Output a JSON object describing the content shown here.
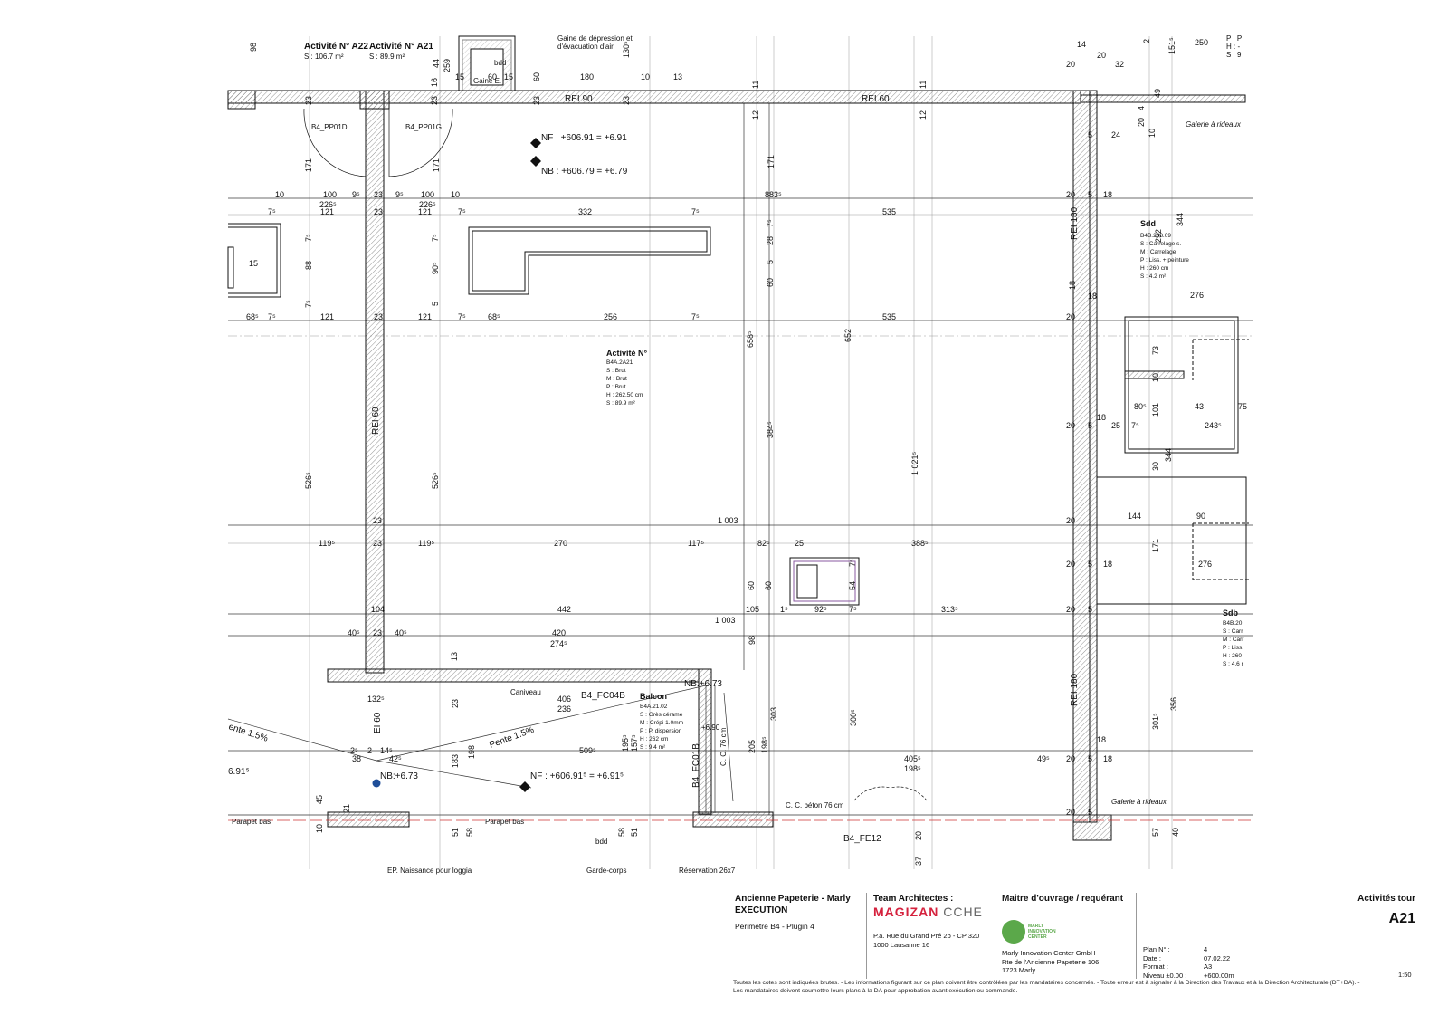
{
  "header": {
    "activite_a22": "Activité N° A22",
    "surface_a22": "S : 106.7 m²",
    "activite_a21": "Activité N° A21",
    "surface_a21": "S : 89.9 m²",
    "gaine_line1": "Gaine de dépression et",
    "gaine_line2": "d'évacuation d'air",
    "gaine_e": "Gaine E.",
    "bdd": "bdd",
    "right_clip1": "P : P",
    "right_clip2": "H : -",
    "right_clip3": "S : 9"
  },
  "labels": {
    "rei90": "REI 90",
    "rei60_top": "REI 60",
    "rei60_left": "REI 60",
    "rei180_top": "REI 180",
    "rei180_bottom": "REI 180",
    "ei60": "EI 60",
    "door_left": "B4_PP01D",
    "door_right": "B4_PP01G",
    "nf_top": "NF : +606.91 = +6.91",
    "nb_top": "NB : +606.79 = +6.79",
    "nf_bottom": "NF : +606.91⁵ = +6.91⁵",
    "nb_bottom": "NB:+6.73",
    "nb_balcon": "NB:+6.73",
    "pente1": "Pente 1.5%",
    "pente2": "ente 1.5%",
    "caniveau": "Caniveau",
    "parapet1": "Parapet bas",
    "parapet2": "Parapet bas",
    "fc04b": "B4_FC04B",
    "fc01b": "B4_FC01B",
    "fe12": "B4_FE12",
    "cc_beton": "C. C. béton 76 cm",
    "cc_beton_v": "C. C. 76 cm",
    "galerie1": "Galerie à rideaux",
    "galerie2": "Galerie à rideaux",
    "garde_corps": "Garde-corps",
    "ep_naissance": "EP. Naissance pour loggia",
    "reservation": "Réservation 26x7",
    "bdd_bottom": "bdd",
    "left_clip": "6.91⁵",
    "plus_690": "+6.90"
  },
  "rooms": {
    "activite": {
      "title": "Activité N°",
      "code": "B4A.2A21",
      "s": "S : Brut",
      "m": "M : Brut",
      "p": "P : Brut",
      "h": "H : 262.50 cm",
      "surf": "S : 89.9 m²"
    },
    "balcon": {
      "title": "Balcon",
      "code": "B4A.21.02",
      "s": "S : Grès cérame",
      "m": "M : Crépi 1.0mm",
      "p": "P : P. dispersion",
      "h": "H : 262 cm",
      "surf": "S : 9.4 m²"
    },
    "sdd": {
      "title": "Sdd",
      "code": "B4B.208.09",
      "s": "S : Carrelage s.",
      "m": "M : Carrelage",
      "p": "P : Liss. + peinture",
      "h": "H : 260 cm",
      "surf": "S : 4.2 m²"
    },
    "sdb": {
      "title": "Sdb",
      "code": "B4B.20",
      "s": "S : Carr",
      "m": "M : Carr",
      "p": "P : Liss.",
      "h": "H : 260",
      "surf": "S : 4.6 r"
    }
  },
  "dims": {
    "d98": "98",
    "d23a": "23",
    "d171a": "171",
    "d171b": "171",
    "d171c": "171",
    "d171d": "171",
    "d100a": "100",
    "d100b": "100",
    "d226a": "226⁵",
    "d226b": "226⁵",
    "d10a": "10",
    "d10b": "10",
    "d9a": "9⁵",
    "d9b": "9⁵",
    "d23b": "23",
    "d121a": "121",
    "d121b": "121",
    "d121c": "121",
    "d121d": "121",
    "d7a": "7⁵",
    "d7b": "7⁵",
    "d7c": "7⁵",
    "d7d": "7⁵",
    "d7e": "7⁵",
    "d7f": "7⁵",
    "d332": "332",
    "d535a": "535",
    "d535b": "535",
    "d883": "883⁵",
    "d256": "256",
    "d68a": "68⁵",
    "d68b": "68⁵",
    "d88": "88",
    "d90": "90⁵",
    "d5": "5",
    "d28": "28",
    "d60a": "60",
    "d60b": "60",
    "d60c": "60",
    "d652": "652",
    "d658": "658⁵",
    "d384": "384⁵",
    "d1021": "1 021⁵",
    "d526a": "526⁵",
    "d526b": "526⁵",
    "d1003a": "1 003",
    "d1003b": "1 003",
    "d119a": "119⁵",
    "d119b": "119⁵",
    "d270": "270",
    "d117": "117⁵",
    "d82": "82⁵",
    "d25": "25",
    "d388": "388⁵",
    "d442": "442",
    "d105": "105",
    "d1": "1⁵",
    "d92": "92⁵",
    "d313": "313⁵",
    "d104": "104",
    "d40a": "40⁵",
    "d40b": "40⁵",
    "d420": "420",
    "d274": "274⁵",
    "d54": "54",
    "d98b": "98",
    "d132": "132⁵",
    "d406": "406",
    "d236": "236",
    "d509": "509⁵",
    "d183": "183",
    "d198a": "198",
    "d195": "195⁵",
    "d157": "157⁵",
    "d303": "303",
    "d300": "300⁵",
    "d205": "205",
    "d198b": "198⁵",
    "d405": "405⁵",
    "d198c": "198⁵",
    "d49": "49⁵",
    "d38": "38",
    "d2": "2",
    "d14": "14⁵",
    "d42": "42⁵",
    "d2b": "2⁵",
    "d45": "45",
    "d21": "21",
    "d10c": "10",
    "d51": "51",
    "d58a": "58",
    "d58b": "58",
    "d20a": "20",
    "d37": "37",
    "d180": "180",
    "d10d": "10",
    "d13": "13",
    "d15a": "15",
    "d15b": "15",
    "d60d": "60",
    "d130": "130⁵",
    "d44": "44",
    "d259": "259",
    "d16": "16",
    "d23c": "23",
    "d20r1": "20",
    "d20r2": "20",
    "d20r3": "20",
    "d20r4": "20",
    "d20r5": "20",
    "d20r6": "20",
    "d20r7": "20",
    "d20r8": "20",
    "d18a": "18",
    "d18b": "18",
    "d18c": "18",
    "d18d": "18",
    "d18e": "18",
    "d18f": "18",
    "d5r1": "5",
    "d5r2": "5",
    "d5r3": "5",
    "d5r4": "5",
    "d5r5": "5",
    "d5r6": "5",
    "d12a": "12",
    "d12b": "12",
    "d11a": "11",
    "d11b": "11",
    "d250": "250",
    "d151": "151⁵",
    "d32": "32",
    "d14t": "14",
    "d2t": "2",
    "d49t": "49",
    "d4t": "4",
    "d24": "24",
    "d292": "292",
    "d344a": "344",
    "d344b": "344",
    "d276a": "276",
    "d276b": "276",
    "d73": "73",
    "d10e": "10",
    "d101": "101",
    "d80": "80⁵",
    "d43": "43",
    "d75": "75",
    "d243": "243⁵",
    "d25b": "25",
    "d30": "30",
    "d144": "144",
    "d90b": "90",
    "d356": "356",
    "d301": "301⁵",
    "d57": "57",
    "d40r": "40",
    "d10f": "10",
    "d171r": "171",
    "d5r7": "5"
  },
  "titleblock": {
    "project": "Ancienne Papeterie - Marly",
    "phase": "EXECUTION",
    "perimetre": "Périmètre B4 - Plugin 4",
    "team_label": "Team Architectes :",
    "logo_a": "MAGIZAN",
    "logo_b": "CCHE",
    "addr1": "P.a. Rue du Grand Pré 2b - CP 320",
    "addr2": "1000 Lausanne 16",
    "owner_label": "Maitre d'ouvrage / requérant",
    "owner_logo_line1": "MARLY",
    "owner_logo_line2": "INNOVATION",
    "owner_logo_line3": "CENTER",
    "owner1": "Marly Innovation Center GmbH",
    "owner2": "Rte de l'Ancienne Papeterie 106",
    "owner3": "1723 Marly",
    "plan_k": "Plan N° :",
    "plan_v": "4",
    "date_k": "Date :",
    "date_v": "07.02.22",
    "format_k": "Format :",
    "format_v": "A3",
    "niveau_k": "Niveau ±0.00 :",
    "niveau_v": "+600.00m",
    "scale": "1:50",
    "sheet_title": "Activités tour",
    "sheet_code": "A21"
  },
  "note": {
    "line1": "Toutes les cotes sont indiquées brutes. - Les informations figurant sur ce plan doivent être contrôlées par les mandataires concernés. - Toute erreur est à signaler à la Direction des Travaux et à la Direction Architecturale (DT+DA). -",
    "line2": "Les mandataires doivent soumettre leurs plans à la DA pour approbation avant exécution ou commande."
  }
}
